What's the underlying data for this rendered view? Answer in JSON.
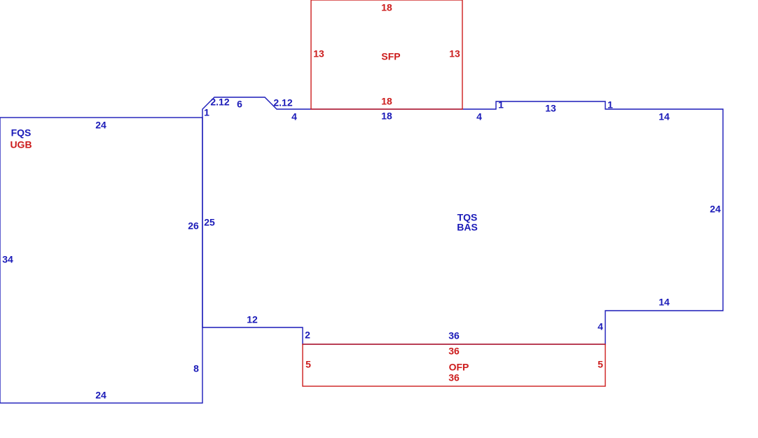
{
  "colors": {
    "main": "#1a1ab8",
    "porch": "#cc1c1c",
    "background": "#ffffff"
  },
  "areas": {
    "fqs": {
      "line1": "FQS",
      "line2": "UGB"
    },
    "tqs": {
      "line1": "TQS",
      "line2": "BAS"
    },
    "sfp": {
      "label": "SFP"
    },
    "ofp": {
      "label": "OFP"
    }
  },
  "dims": {
    "fqs_top": "24",
    "fqs_left": "34",
    "fqs_right_upper": "26",
    "fqs_right_lower": "8",
    "fqs_bottom": "24",
    "tqs_left": "25",
    "notch_1": "1",
    "chamfer_left": "2.12",
    "notch_top": "6",
    "chamfer_right": "2.12",
    "seg_4_left": "4",
    "seg_18": "18",
    "seg_4_right": "4",
    "step_1_left": "1",
    "seg_13": "13",
    "step_1_right": "1",
    "seg_14_top": "14",
    "right_24": "24",
    "seg_14_bottom": "14",
    "seg_4_down": "4",
    "bottom_36": "36",
    "seg_2": "2",
    "seg_12": "12",
    "sfp_top": "18",
    "sfp_left": "13",
    "sfp_right": "13",
    "sfp_bottom": "18",
    "ofp_top": "36",
    "ofp_left": "5",
    "ofp_right": "5",
    "ofp_bottom": "36"
  }
}
